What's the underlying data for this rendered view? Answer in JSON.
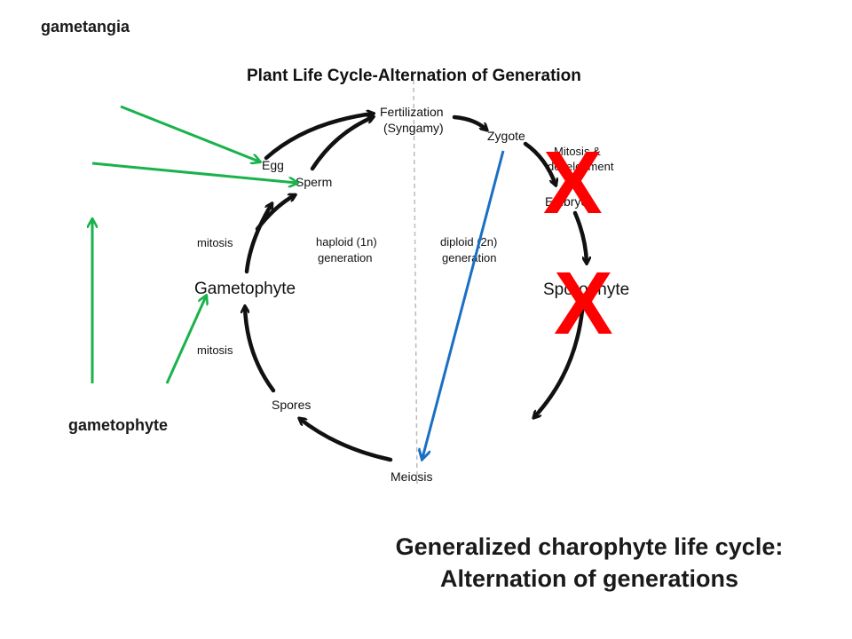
{
  "diagram": {
    "title": "Plant Life Cycle-Alternation of Generation",
    "stages": {
      "fertilization": "Fertilization",
      "syngamy": "(Syngamy)",
      "zygote": "Zygote",
      "mitosis_dev_1": "Mitosis &",
      "mitosis_dev_2": "development",
      "embryo": "Embryo",
      "sporophyte": "Sporophyte",
      "meiosis": "Meiosis",
      "spores": "Spores",
      "gametophyte": "Gametophyte",
      "egg": "Egg",
      "sperm": "Sperm",
      "mitosis_upper": "mitosis",
      "mitosis_lower": "mitosis"
    },
    "regions": {
      "haploid_1": "haploid (1n)",
      "haploid_2": "generation",
      "diploid_1": "diploid (2n)",
      "diploid_2": "generation"
    }
  },
  "annotations": {
    "gametangia": "gametangia",
    "gametophyte": "gametophyte",
    "cross_marks": [
      "X",
      "X"
    ],
    "colors": {
      "green_arrows": "#19b24b",
      "blue_arrow": "#1a6fc4",
      "red_cross": "#ff0000"
    }
  },
  "caption": {
    "line1": "Generalized charophyte life cycle:",
    "line2": "Alternation of generations"
  }
}
